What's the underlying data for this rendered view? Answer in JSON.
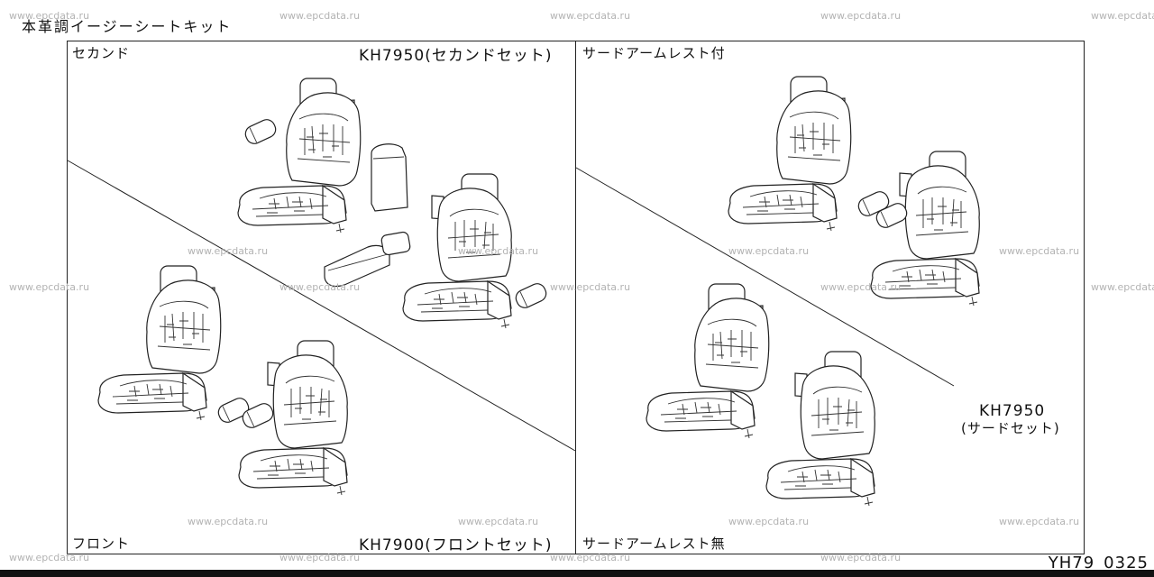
{
  "page": {
    "title": "本革調イージーシートキット",
    "doc_id": "YH79_0325"
  },
  "panels": {
    "second": {
      "label": "セカンド",
      "code": "KH7950(セカンドセット)"
    },
    "front": {
      "label": "フロント",
      "code": "KH7900(フロントセット)"
    },
    "third_with": {
      "label": "サードアームレスト付"
    },
    "third_without": {
      "label": "サードアームレスト無"
    },
    "third_code": {
      "code": "KH7950",
      "sub": "(サードセット)"
    }
  },
  "watermark": "www.epcdata.ru",
  "colors": {
    "ink": "#222222",
    "watermark": "#b3b3b3"
  }
}
